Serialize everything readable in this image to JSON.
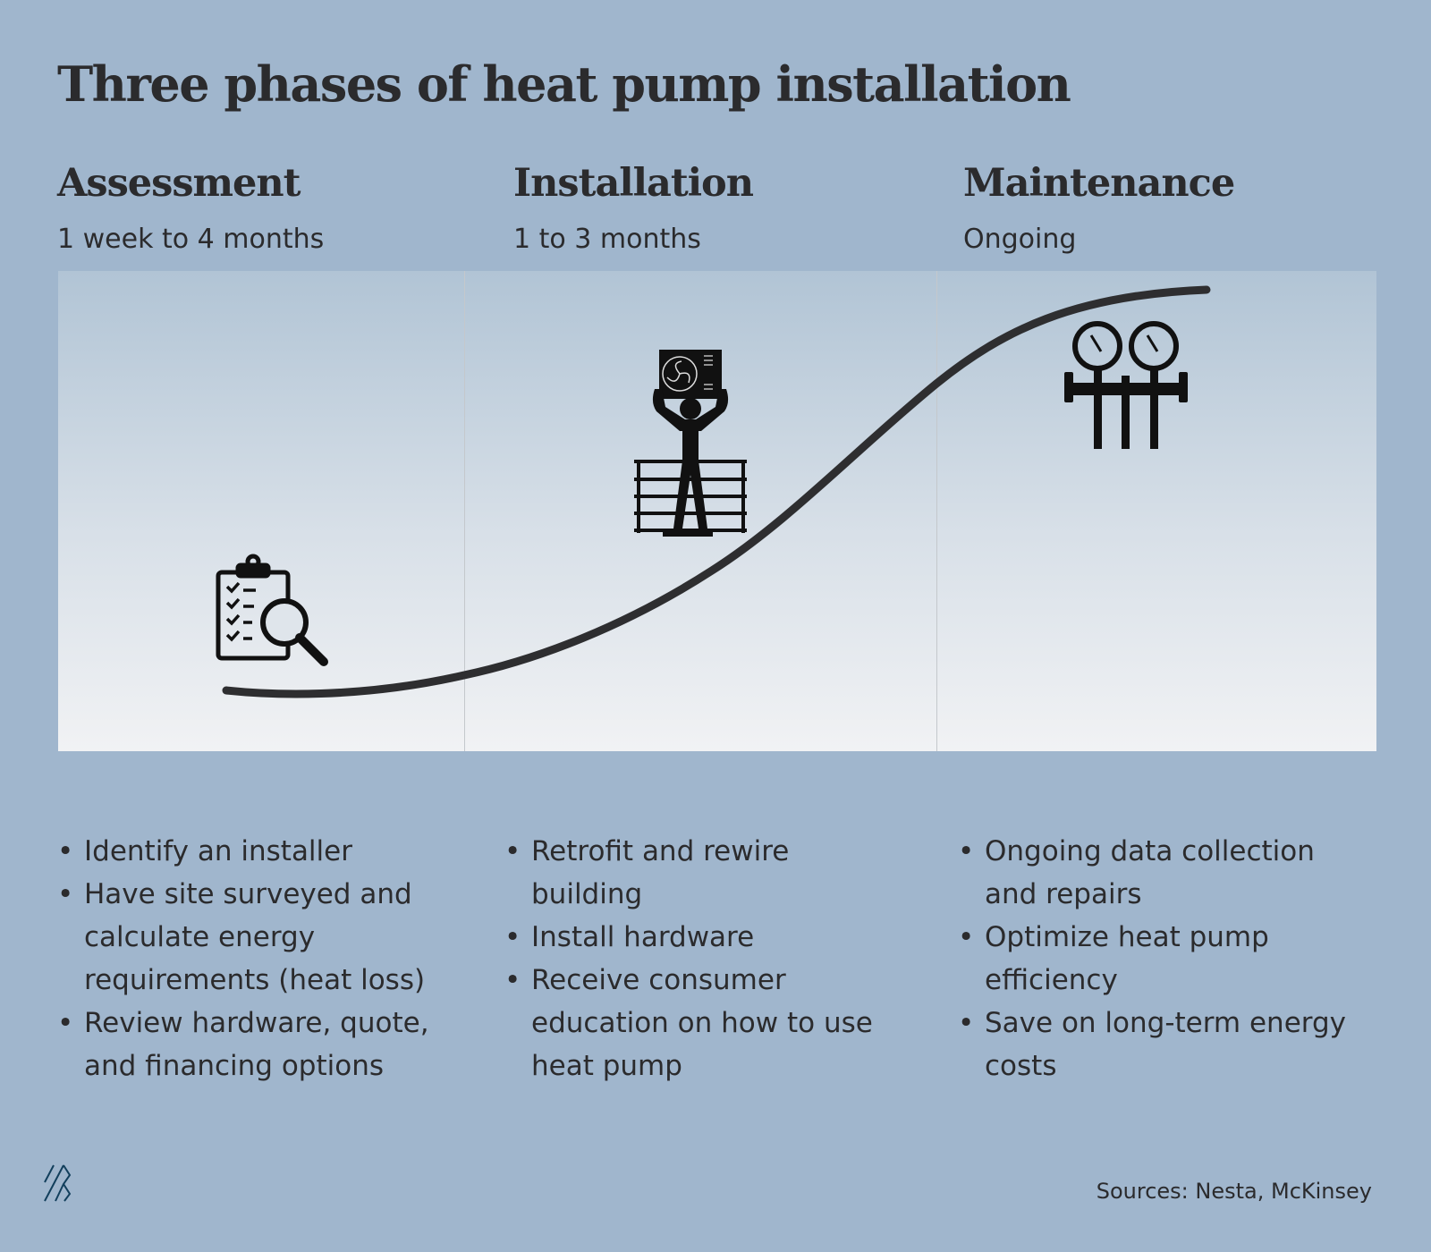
{
  "title": "Three phases of heat pump installation",
  "phases": [
    {
      "name": "Assessment",
      "duration": "1 week to 4 months",
      "icon": "clipboard-magnifier-icon",
      "bullets": [
        "Identify an installer",
        "Have site surveyed and calculate energy requirements (heat loss)",
        "Review hardware, quote, and financing options"
      ]
    },
    {
      "name": "Installation",
      "duration": "1 to 3 months",
      "icon": "worker-lifting-heat-pump-icon",
      "bullets": [
        "Retrofit and rewire building",
        "Install hardware",
        "Receive consumer education on how to use heat pump"
      ]
    },
    {
      "name": "Maintenance",
      "duration": "Ongoing",
      "icon": "pressure-gauges-icon",
      "bullets": [
        "Ongoing data collection and repairs",
        "Optimize heat pump efficiency",
        "Save on long-term energy costs"
      ]
    }
  ],
  "sources": "Sources: Nesta, McKinsey",
  "colors": {
    "background": "#a0b6cd",
    "text": "#2b2b2d",
    "curve": "#2e2e30",
    "logo": "#123f5c"
  }
}
